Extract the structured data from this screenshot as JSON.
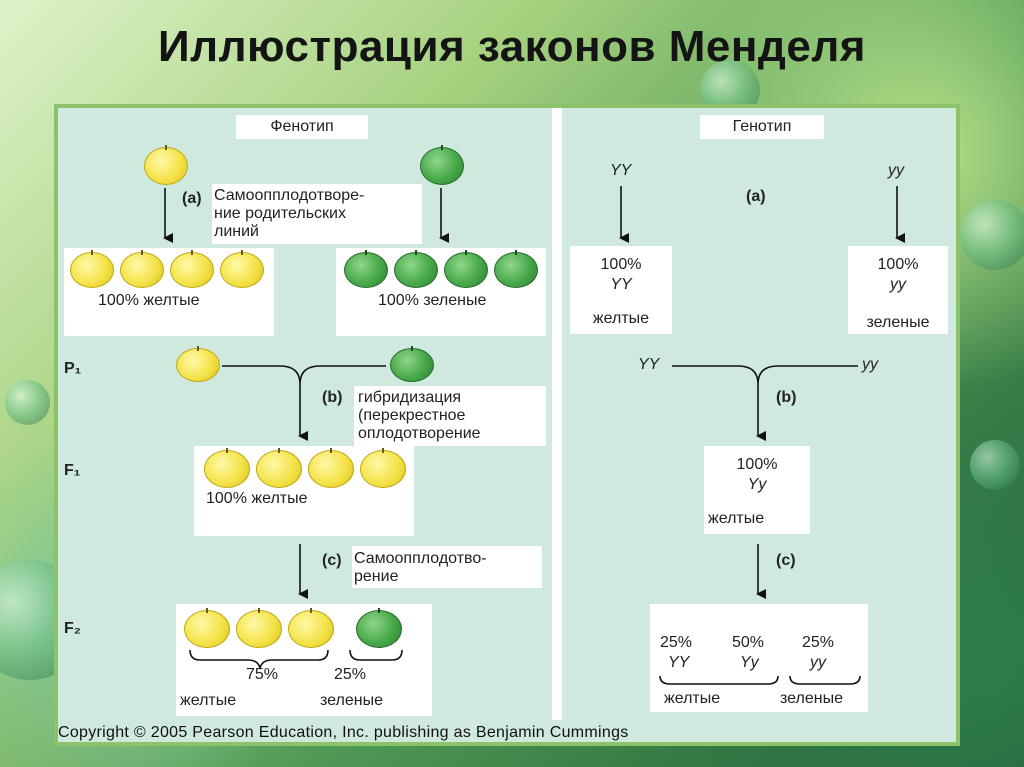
{
  "slide": {
    "title": "Иллюстрация законов Менделя"
  },
  "phenotype": {
    "header": "Фенотип",
    "step_a": "(a)",
    "self_pollination_parent_1": "Самоопплодотворе-",
    "self_pollination_parent_2": "ние родительских",
    "self_pollination_parent_3": "линий",
    "yellow_line": "100% желтые",
    "green_line": "100% зеленые",
    "p1_label": "P₁",
    "step_b": "(b)",
    "hybridization_1": "гибридизация",
    "hybridization_2": "(перекрестное",
    "hybridization_3": "оплодотворение",
    "f1_label": "F₁",
    "f1_result": "100% желтые",
    "step_c": "(c)",
    "self_pollination_f1_1": "Самоопплодотво-",
    "self_pollination_f1_2": "рение",
    "f2_label": "F₂",
    "f2_yellow_percent": "75%",
    "f2_yellow_label": "желтые",
    "f2_green_percent": "25%",
    "f2_green_label": "зеленые"
  },
  "genotype": {
    "header": "Генотип",
    "parent_yy_dom": "YY",
    "parent_yy_rec": "yy",
    "step_a": "(a)",
    "dom_percent": "100%",
    "dom_geno": "YY",
    "dom_label": "желтые",
    "rec_percent": "100%",
    "rec_geno": "yy",
    "rec_label": "зеленые",
    "cross_dom": "YY",
    "cross_rec": "yy",
    "step_b": "(b)",
    "f1_percent": "100%",
    "f1_geno": "Yy",
    "f1_label": "желтые",
    "step_c": "(c)",
    "f2_p1": "25%",
    "f2_g1": "YY",
    "f2_p2": "50%",
    "f2_g2": "Yy",
    "f2_p3": "25%",
    "f2_g3": "yy",
    "f2_yellow_label": "желтые",
    "f2_green_label": "зеленые"
  },
  "copyright": "Copyright © 2005 Pearson Education, Inc. publishing as Benjamin Cummings",
  "colors": {
    "yellow_pea": "#f4e34a",
    "green_pea": "#47a84a",
    "panel": "#cfe9de",
    "border": "#8cc26a"
  }
}
